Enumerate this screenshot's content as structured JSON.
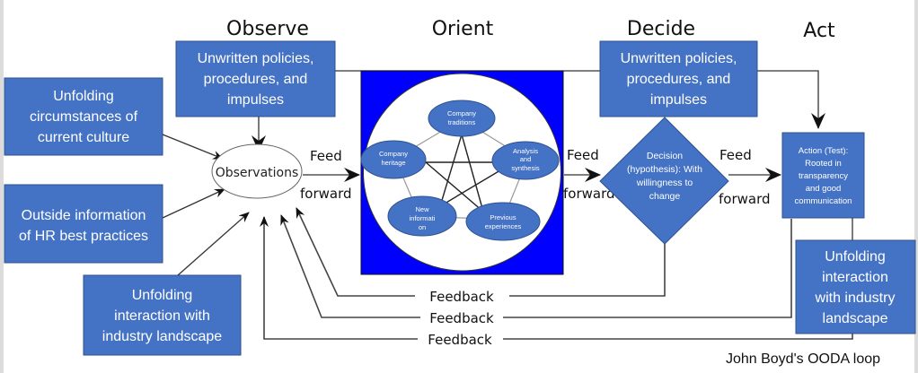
{
  "phases": {
    "observe": "Observe",
    "orient": "Orient",
    "decide": "Decide",
    "act": "Act"
  },
  "observe": {
    "unwritten_box": [
      "Unwritten policies,",
      "procedures, and",
      "impulses"
    ],
    "culture_box": [
      "Unfolding",
      "circumstances of",
      "current culture"
    ],
    "hr_box": [
      "Outside information",
      "of HR best practices"
    ],
    "industry_box": [
      "Unfolding",
      "interaction with",
      "industry landscape"
    ],
    "observations_label": "Observations"
  },
  "orient": {
    "nodes": [
      {
        "label": [
          "Company",
          "traditions"
        ]
      },
      {
        "label": [
          "Analysis",
          "and",
          "synthesis"
        ]
      },
      {
        "label": [
          "Previous",
          "experiences"
        ]
      },
      {
        "label": [
          "New",
          "informati",
          "on"
        ]
      },
      {
        "label": [
          "Company",
          "heritage"
        ]
      }
    ],
    "colors": {
      "frame": "#0000ff",
      "node": "#4472c4"
    }
  },
  "decide": {
    "unwritten_box": [
      "Unwritten policies,",
      "procedures, and",
      "impulses"
    ],
    "decision": [
      "Decision",
      "(hypothesis): With",
      "willingness to",
      "change"
    ]
  },
  "act": {
    "action": [
      "Action (Test):",
      "Rooted in",
      "transparency",
      "and good",
      "communication"
    ],
    "industry_box": [
      "Unfolding",
      "interaction",
      "with industry",
      "landscape"
    ]
  },
  "links": {
    "feed": "Feed",
    "forward": "forward",
    "feedback": [
      "Feedback",
      "Feedback",
      "Feedback"
    ]
  },
  "caption": "John Boyd's OODA loop"
}
